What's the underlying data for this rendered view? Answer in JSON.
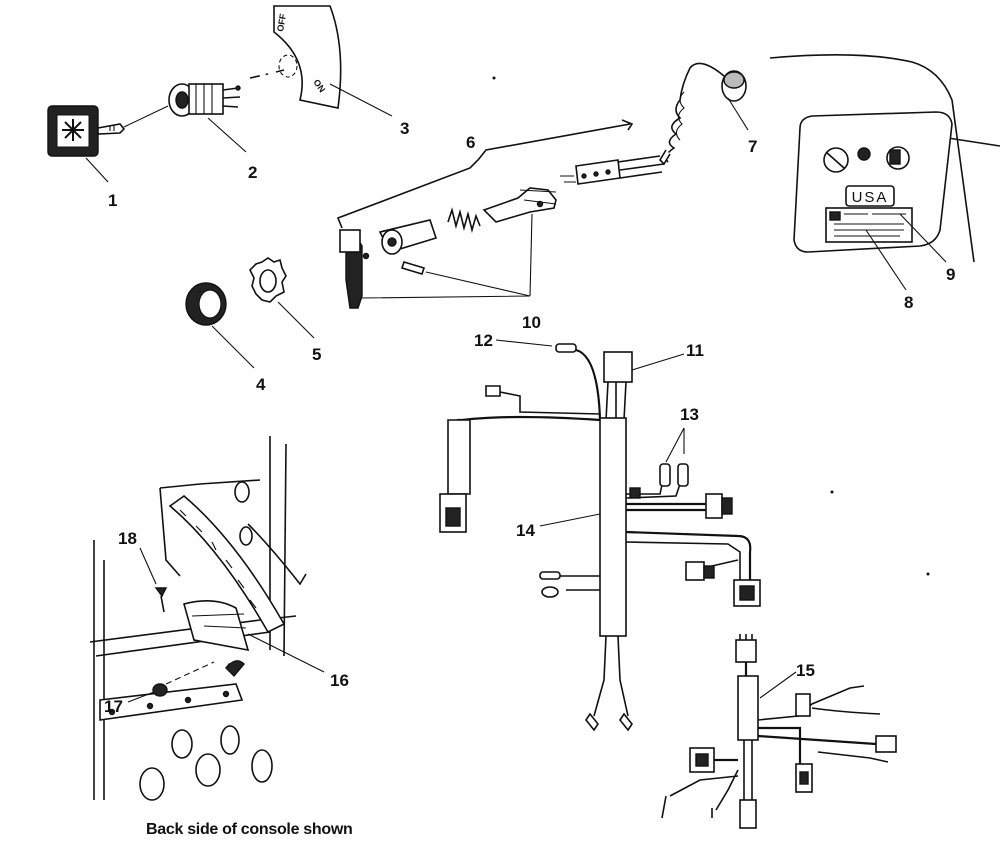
{
  "callouts": [
    {
      "id": "1",
      "text": "1"
    },
    {
      "id": "2",
      "text": "2"
    },
    {
      "id": "3",
      "text": "3"
    },
    {
      "id": "4",
      "text": "4"
    },
    {
      "id": "5",
      "text": "5"
    },
    {
      "id": "6",
      "text": "6"
    },
    {
      "id": "7",
      "text": "7"
    },
    {
      "id": "8",
      "text": "8"
    },
    {
      "id": "9",
      "text": "9"
    },
    {
      "id": "10",
      "text": "10"
    },
    {
      "id": "11",
      "text": "11"
    },
    {
      "id": "12",
      "text": "12"
    },
    {
      "id": "13",
      "text": "13"
    },
    {
      "id": "14",
      "text": "14"
    },
    {
      "id": "15",
      "text": "15"
    },
    {
      "id": "16",
      "text": "16"
    },
    {
      "id": "17",
      "text": "17"
    },
    {
      "id": "18",
      "text": "18"
    }
  ],
  "switch_plate": {
    "off": "OFF",
    "on": "ON"
  },
  "console": {
    "badge": "USA"
  },
  "caption": "Back side of console shown"
}
